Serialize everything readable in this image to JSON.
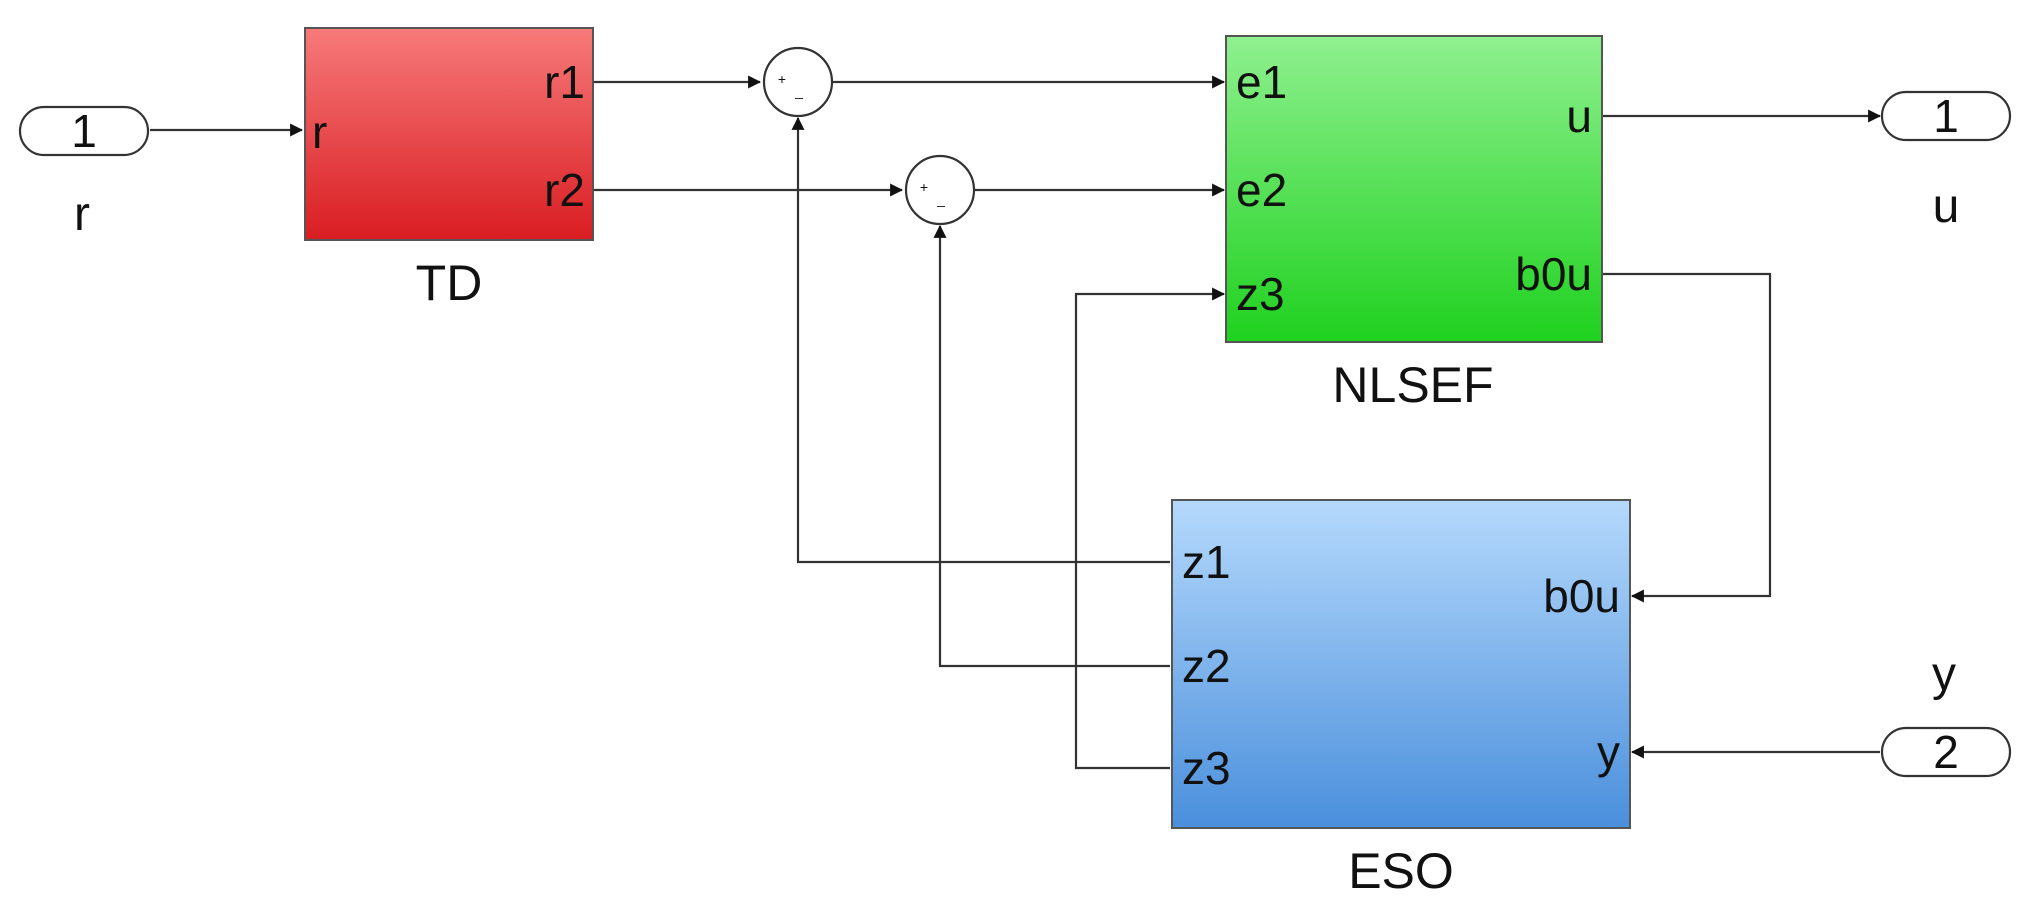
{
  "inports": [
    {
      "number": "1",
      "name": "r"
    },
    {
      "number": "2",
      "name": "y"
    }
  ],
  "outports": [
    {
      "number": "1",
      "name": "u"
    }
  ],
  "blocks": {
    "td": {
      "name": "TD",
      "inputs": [
        "r"
      ],
      "outputs": [
        "r1",
        "r2"
      ],
      "color": "#e8383b"
    },
    "nlsef": {
      "name": "NLSEF",
      "inputs": [
        "e1",
        "e2",
        "z3"
      ],
      "outputs": [
        "u",
        "b0u"
      ],
      "color": "#33dd33"
    },
    "eso": {
      "name": "ESO",
      "inputs": [
        "b0u",
        "y"
      ],
      "outputs": [
        "z1",
        "z2",
        "z3"
      ],
      "color": "#6aaef0"
    }
  },
  "sums": [
    {
      "signs": [
        "+",
        "_"
      ]
    },
    {
      "signs": [
        "+",
        "_"
      ]
    }
  ],
  "colors": {
    "wire": "#333333",
    "border": "#555555"
  }
}
